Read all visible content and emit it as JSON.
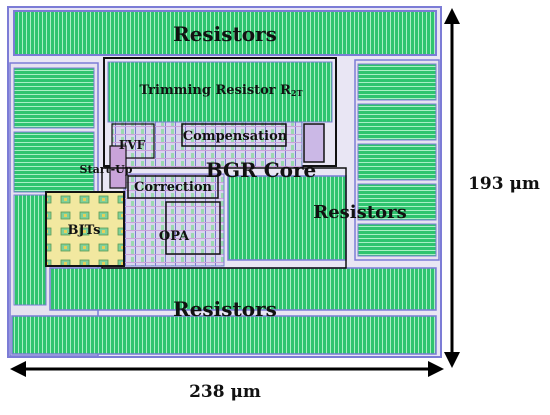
{
  "labels": {
    "resistors_top": "Resistors",
    "resistors_right": "Resistors",
    "resistors_bottom": "Resistors",
    "trimming": "Trimming Resistor R",
    "trimming_sub": "2T",
    "fvf": "FVF",
    "compensation": "Compensation",
    "bgr_core": "BGR Core",
    "startup": "Start-Up",
    "correction": "Correction",
    "bjts": "BJTs",
    "opa": "OPA"
  },
  "dimensions": {
    "height": "193 μm",
    "width": "238 μm"
  },
  "colors": {
    "resistor_fill": "#33cc77",
    "resistor_line": "#7fe6a8",
    "frame": "#7c7cd6",
    "block_outline": "#111111"
  }
}
